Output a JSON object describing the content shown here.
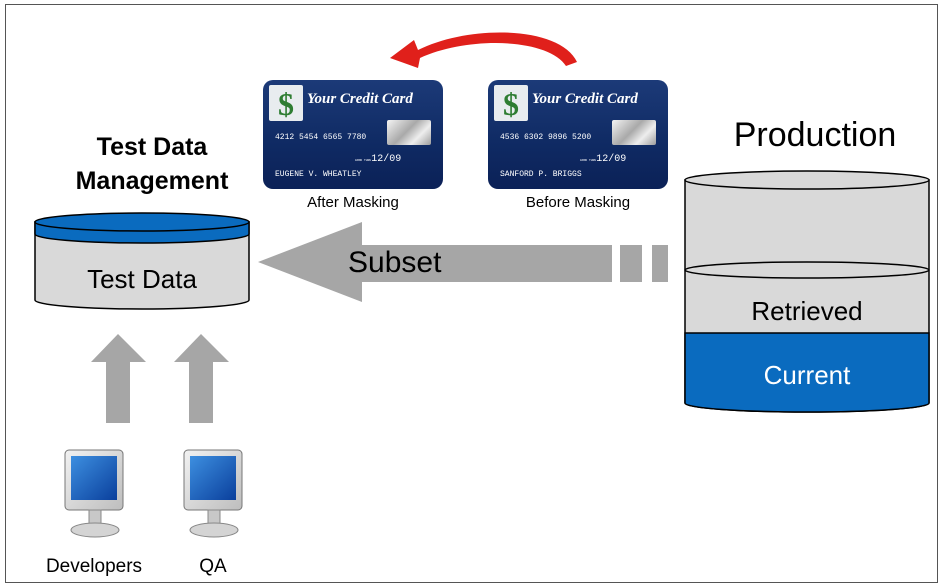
{
  "tdm": {
    "title": "Test Data Management",
    "db_label": "Test Data"
  },
  "production": {
    "title": "Production",
    "retrieved_label": "Retrieved",
    "current_label": "Current"
  },
  "arrow": {
    "label": "Subset"
  },
  "cards": [
    {
      "caption": "After Masking",
      "title": "Your Credit Card",
      "number": "4212 5454 6565 7780",
      "valid_small": "GOOD THRU",
      "expiry": "12/09",
      "holder": "EUGENE V. WHEATLEY"
    },
    {
      "caption": "Before Masking",
      "title": "Your Credit Card",
      "number": "4536 6302 9896 5200",
      "valid_small": "GOOD THRU",
      "expiry": "12/09",
      "holder": "SANFORD P. BRIGGS"
    }
  ],
  "users": [
    {
      "label": "Developers"
    },
    {
      "label": "QA"
    }
  ],
  "colors": {
    "blue": "#0a6bbf",
    "gray_fill": "#d9d9d9",
    "arrow_gray": "#a6a6a6",
    "red": "#e0201b",
    "card_navy": "#12306b"
  }
}
